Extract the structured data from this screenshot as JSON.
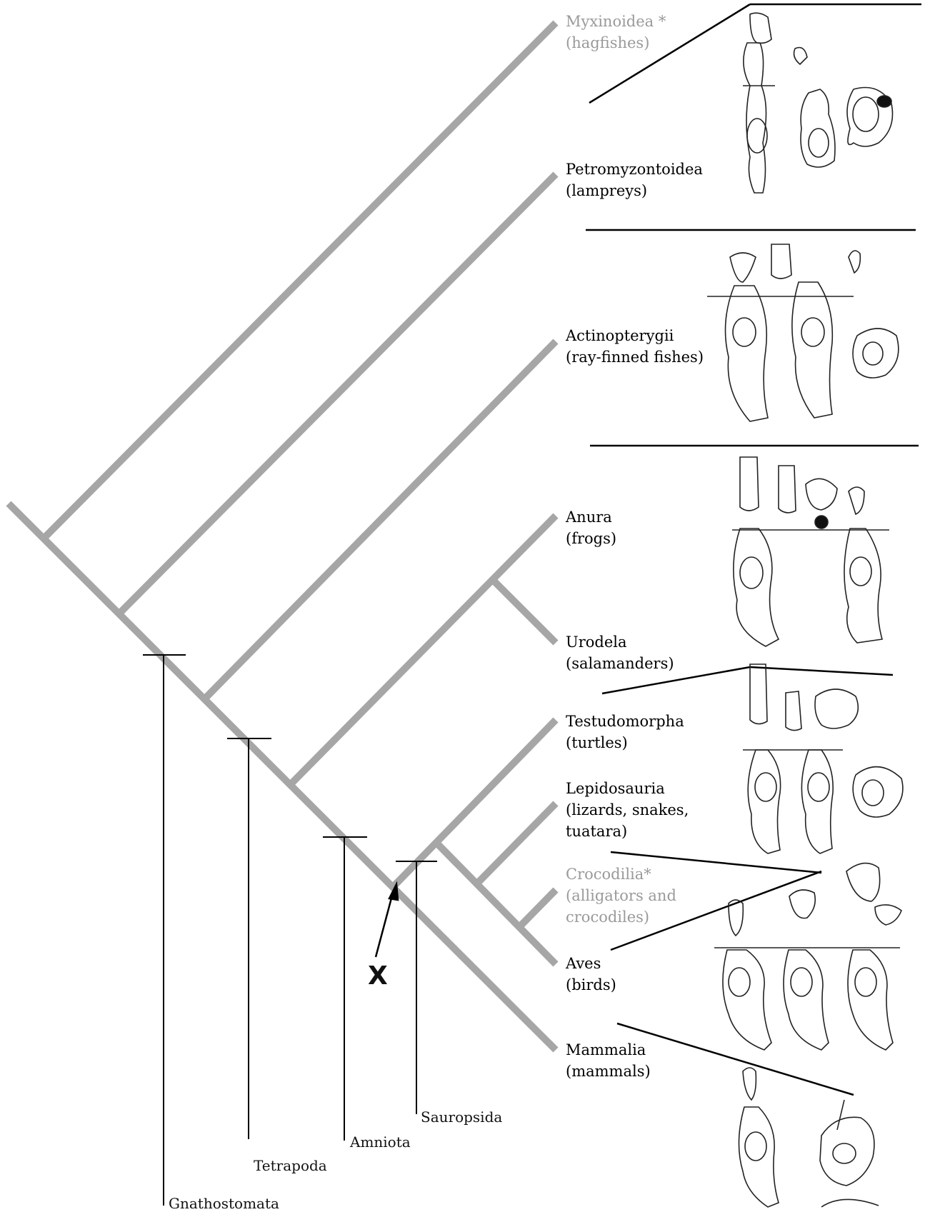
{
  "taxa": {
    "myxinoidea": {
      "name": "Myxinoidea",
      "common": "(hagfishes)",
      "asterisk": " *",
      "color": "#9a9a9a"
    },
    "petromyzontoidea": {
      "name": "Petromyzontoidea",
      "common": "(lampreys)"
    },
    "actinopterygii": {
      "name": "Actinopterygii",
      "common": "(ray-finned fishes)"
    },
    "anura": {
      "name": "Anura",
      "common": "(frogs)"
    },
    "urodela": {
      "name": "Urodela",
      "common": "(salamanders)"
    },
    "testudomorpha": {
      "name": "Testudomorpha",
      "common": "(turtles)"
    },
    "lepidosauria": {
      "name": "Lepidosauria",
      "common": "(lizards, snakes,\ntuatara)"
    },
    "crocodilia": {
      "name": "Crocodilia*",
      "common": "(alligators and\ncrocodiles)",
      "color": "#9a9a9a"
    },
    "aves": {
      "name": "Aves",
      "common": "(birds)"
    },
    "mammalia": {
      "name": "Mammalia",
      "common": "(mammals)"
    }
  },
  "clades": {
    "gnathostomata": "Gnathostomata",
    "tetrapoda": "Tetrapoda",
    "amniota": "Amniota",
    "sauropsida": "Sauropsida"
  },
  "marker": {
    "label": "X"
  },
  "colors": {
    "branch": "#a6a6a6",
    "line": "#000000"
  },
  "illustrations": [
    {
      "group": "hagfishes",
      "icon": "receptor-cell-drawings"
    },
    {
      "group": "ray-finned fishes",
      "icon": "receptor-cell-drawings"
    },
    {
      "group": "frogs and salamanders",
      "icon": "receptor-cell-drawings"
    },
    {
      "group": "turtles and lizards",
      "icon": "receptor-cell-drawings"
    },
    {
      "group": "birds",
      "icon": "receptor-cell-drawings"
    },
    {
      "group": "mammals",
      "icon": "receptor-cell-drawings"
    }
  ]
}
